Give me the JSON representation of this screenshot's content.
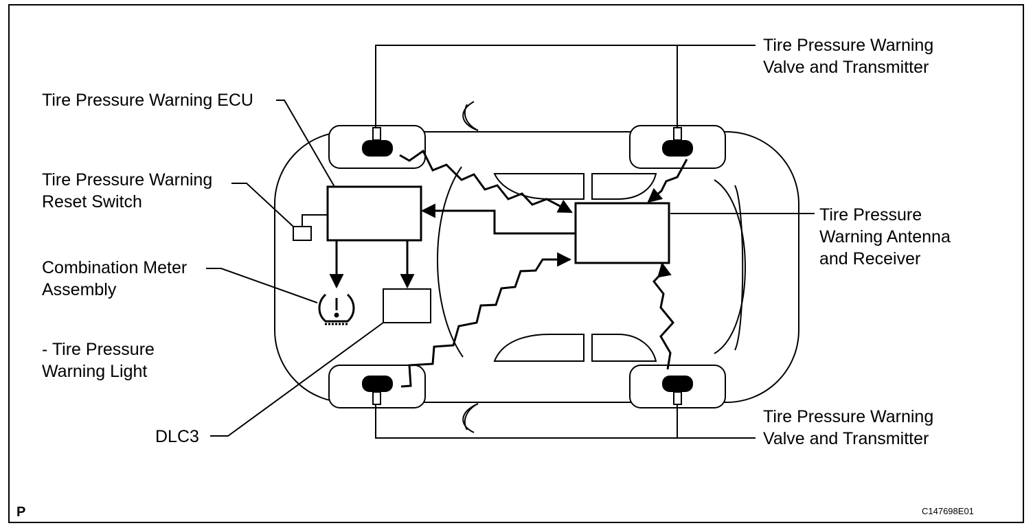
{
  "labels": {
    "valve_top_1": "Tire Pressure Warning",
    "valve_top_2": "Valve and Transmitter",
    "ecu": "Tire Pressure Warning ECU",
    "reset_1": "Tire Pressure Warning",
    "reset_2": "Reset Switch",
    "meter_1": "Combination Meter",
    "meter_2": "Assembly",
    "light_1": "- Tire Pressure",
    "light_2": "Warning Light",
    "dlc3": "DLC3",
    "antenna_1": "Tire Pressure",
    "antenna_2": "Warning Antenna",
    "antenna_3": "and Receiver",
    "valve_bottom_1": "Tire Pressure Warning",
    "valve_bottom_2": "Valve and Transmitter"
  },
  "corner_mark": "P",
  "figure_code": "C147698E01",
  "icons": {
    "warning_light": "tire-pressure-warning-icon",
    "tire": "tire-valve-icon"
  }
}
